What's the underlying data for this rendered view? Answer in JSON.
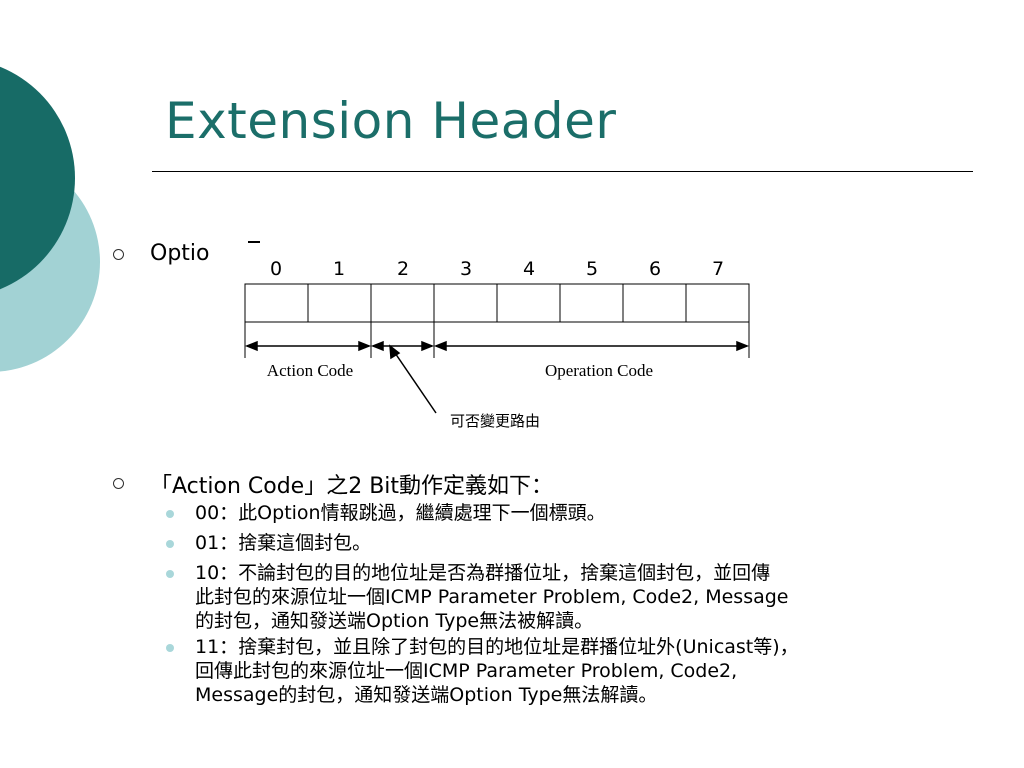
{
  "slide": {
    "title": "Extension Header",
    "option_label": "Optio",
    "figure": {
      "bits": [
        "0",
        "1",
        "2",
        "3",
        "4",
        "5",
        "6",
        "7"
      ],
      "action_code_label": "Action Code",
      "operation_code_label": "Operation Code",
      "reroute_note": "可否變更路由"
    },
    "action_intro": "「Action Code」之2 Bit動作定義如下：",
    "items": [
      {
        "text": "00：此Option情報跳過，繼續處理下一個標頭。"
      },
      {
        "text": "01：捨棄這個封包。"
      },
      {
        "lines": [
          "10：不論封包的目的地位址是否為群播位址，捨棄這個封包，並回傳",
          "此封包的來源位址一個ICMP Parameter Problem, Code2, Message",
          "的封包，通知發送端Option Type無法被解讀。"
        ]
      },
      {
        "lines": [
          "11：捨棄封包，並且除了封包的目的地位址是群播位址外(Unicast等)，",
          "回傳此封包的來源位址一個ICMP Parameter Problem, Code2,",
          "Message的封包，通知發送端Option Type無法解讀。"
        ]
      }
    ],
    "colors": {
      "title": "#1b6e69",
      "dark_teal": "#176b66",
      "light_teal": "#a2d2d4",
      "sub_bullet": "#a9d7da"
    }
  }
}
